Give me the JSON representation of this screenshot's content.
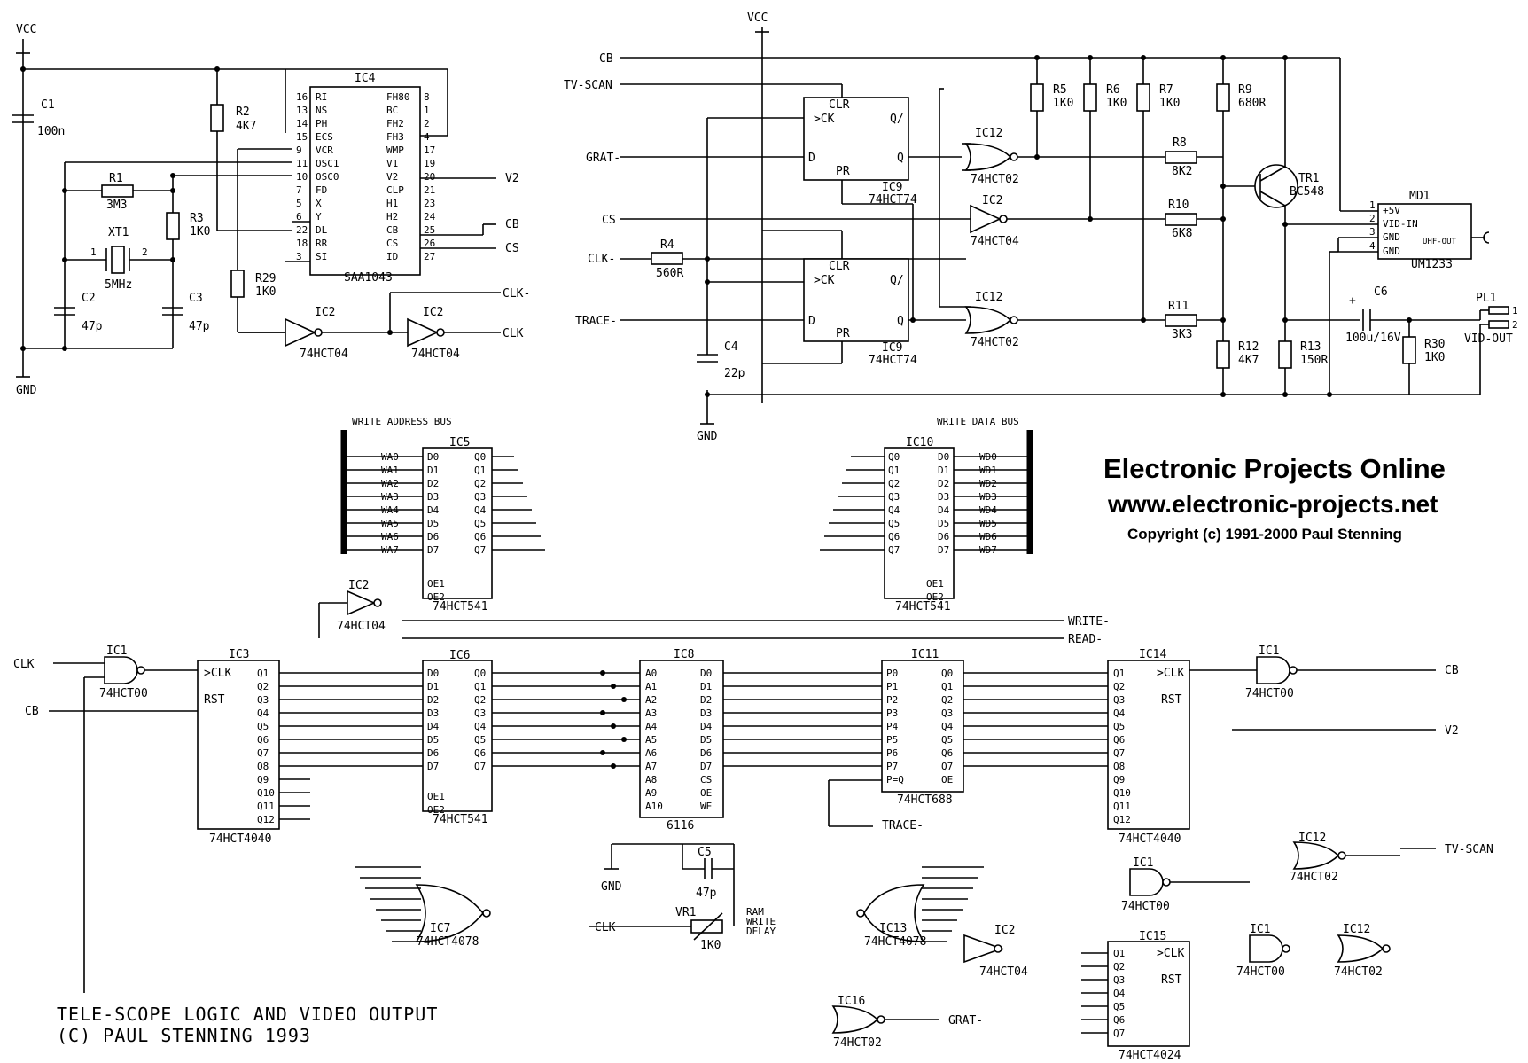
{
  "header": {
    "line1": "Electronic Projects Online",
    "line2": "www.electronic-projects.net",
    "line3": "Copyright (c) 1991-2000 Paul Stenning"
  },
  "footer": {
    "title": "TELE-SCOPE LOGIC AND VIDEO OUTPUT",
    "copyright": "(C) PAUL STENNING 1993"
  },
  "rails": {
    "vcc": "VCC",
    "gnd": "GND"
  },
  "signals": {
    "cb": "CB",
    "cs": "CS",
    "v2": "V2",
    "clk": "CLK",
    "clk_n": "CLK-",
    "tvscan": "TV-SCAN",
    "grat": "GRAT-",
    "trace": "TRACE-",
    "write": "WRITE-",
    "read": "READ-",
    "vidout": "VID-OUT"
  },
  "buses": {
    "address": "WRITE ADDRESS BUS",
    "data": "WRITE DATA BUS"
  },
  "ic4": {
    "ref": "IC4",
    "part": "SAA1043",
    "left_pins": [
      "RI",
      "NS",
      "PH",
      "ECS",
      "VCR",
      "OSC1",
      "OSC0",
      "FD",
      "X",
      "Y",
      "DL",
      "RR",
      "SI"
    ],
    "left_nums": [
      "16",
      "13",
      "14",
      "15",
      "9",
      "11",
      "10",
      "7",
      "5",
      "6",
      "22",
      "18",
      "3"
    ],
    "right_pins": [
      "FH80",
      "BC",
      "FH2",
      "FH3",
      "WMP",
      "V1",
      "V2",
      "CLP",
      "H1",
      "H2",
      "CB",
      "CS",
      "ID"
    ],
    "right_nums": [
      "8",
      "1",
      "2",
      "4",
      "17",
      "19",
      "20",
      "21",
      "23",
      "24",
      "25",
      "26",
      "27"
    ]
  },
  "components": {
    "c1": "C1",
    "c1v": "100n",
    "r2": "R2",
    "r2v": "4K7",
    "r1": "R1",
    "r1v": "3M3",
    "xt1": "XT1",
    "xt1v": "5MHz",
    "r3": "R3",
    "r3v": "1K0",
    "c2": "C2",
    "c2v": "47p",
    "c3": "C3",
    "c3v": "47p",
    "r29": "R29",
    "r29v": "1K0",
    "r4": "R4",
    "r4v": "560R",
    "c4": "C4",
    "c4v": "22p",
    "r5": "R5",
    "r5v": "1K0",
    "r6": "R6",
    "r6v": "1K0",
    "r7": "R7",
    "r7v": "1K0",
    "r9": "R9",
    "r9v": "680R",
    "r8": "R8",
    "r8v": "8K2",
    "r10": "R10",
    "r10v": "6K8",
    "r11": "R11",
    "r11v": "3K3",
    "r12": "R12",
    "r12v": "4K7",
    "r13": "R13",
    "r13v": "150R",
    "r30": "R30",
    "r30v": "1K0",
    "c6": "C6",
    "c6v": "100u/16V",
    "c5": "C5",
    "c5v": "47p",
    "tr1": "TR1",
    "tr1v": "BC548",
    "md1": "MD1",
    "md1v": "UM1233",
    "md1_pins": [
      "+5V",
      "VID-IN",
      "GND",
      "GND"
    ],
    "md1_uhf": "UHF-OUT",
    "pl1": "PL1",
    "vr1": "VR1",
    "vr1v": "1K0",
    "vr1note": [
      "RAM",
      "WRITE",
      "DELAY"
    ]
  },
  "ics": {
    "ic2": "IC2",
    "ic2p": "74HCT04",
    "ic9": "IC9",
    "ic9p": "74HCT74",
    "ic12": "IC12",
    "ic12p": "74HCT02",
    "ic5": "IC5",
    "ic5p": "74HCT541",
    "ic10": "IC10",
    "ic10p": "74HCT541",
    "ic1": "IC1",
    "ic1p": "74HCT00",
    "ic3": "IC3",
    "ic3p": "74HCT4040",
    "ic6": "IC6",
    "ic6p": "74HCT541",
    "ic8": "IC8",
    "ic8p": "6116",
    "ic11": "IC11",
    "ic11p": "74HCT688",
    "ic14": "IC14",
    "ic14p": "74HCT4040",
    "ic7": "IC7",
    "ic7p": "74HCT4078",
    "ic13": "IC13",
    "ic13p": "74HCT4078",
    "ic15": "IC15",
    "ic15p": "74HCT4024",
    "ic16": "IC16",
    "ic16p": "74HCT02"
  },
  "address_lines": [
    "WA0",
    "WA1",
    "WA2",
    "WA3",
    "WA4",
    "WA5",
    "WA6",
    "WA7"
  ],
  "data_lines": [
    "WD0",
    "WD1",
    "WD2",
    "WD3",
    "WD4",
    "WD5",
    "WD6",
    "WD7"
  ],
  "ic3_pins": [
    "Q1",
    "Q2",
    "Q3",
    "Q4",
    "Q5",
    "Q6",
    "Q7",
    "Q8",
    "Q9",
    "Q10",
    "Q11",
    "Q12"
  ],
  "ic8_left": [
    "A0",
    "A1",
    "A2",
    "A3",
    "A4",
    "A5",
    "A6",
    "A7",
    "A8",
    "A9",
    "A10"
  ],
  "ic8_right": [
    "D0",
    "D1",
    "D2",
    "D3",
    "D4",
    "D5",
    "D6",
    "D7",
    "CS",
    "OE",
    "WE"
  ],
  "ic11_left": [
    "P0",
    "P1",
    "P2",
    "P3",
    "P4",
    "P5",
    "P6",
    "P7",
    "P=Q"
  ],
  "ic11_right": [
    "Q0",
    "Q1",
    "Q2",
    "Q3",
    "Q4",
    "Q5",
    "Q6",
    "Q7",
    "OE"
  ],
  "ic15_pins": [
    "Q1",
    "Q2",
    "Q3",
    "Q4",
    "Q5",
    "Q6",
    "Q7"
  ]
}
